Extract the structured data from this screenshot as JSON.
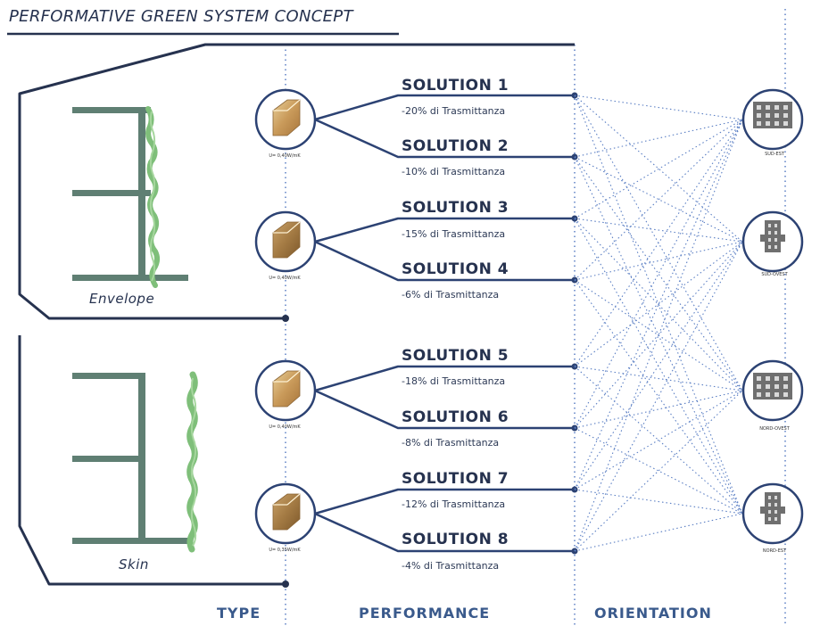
{
  "title": "PERFORMATIVE GREEN SYSTEM CONCEPT",
  "blocks": {
    "envelope": "Envelope",
    "skin": "Skin"
  },
  "columns": {
    "type": "TYPE",
    "performance": "PERFORMANCE",
    "orientation": "ORIENTATION"
  },
  "materials": [
    {
      "u_label": "U= 0,40W/mK",
      "color": "light-wood"
    },
    {
      "u_label": "U= 0,40W/mK",
      "color": "dark-wood"
    },
    {
      "u_label": "U= 0,40W/mK",
      "color": "light-wood"
    },
    {
      "u_label": "U= 0,35W/mK",
      "color": "dark-wood"
    }
  ],
  "solutions": [
    {
      "name": "SOLUTION 1",
      "desc": "-20% di Trasmittanza"
    },
    {
      "name": "SOLUTION 2",
      "desc": "-10% di Trasmittanza"
    },
    {
      "name": "SOLUTION 3",
      "desc": "-15% di Trasmittanza"
    },
    {
      "name": "SOLUTION 4",
      "desc": "-6% di Trasmittanza"
    },
    {
      "name": "SOLUTION 5",
      "desc": "-18% di Trasmittanza"
    },
    {
      "name": "SOLUTION 6",
      "desc": "-8% di Trasmittanza"
    },
    {
      "name": "SOLUTION 7",
      "desc": "-12% di Trasmittanza"
    },
    {
      "name": "SOLUTION 8",
      "desc": "-4% di Trasmittanza"
    }
  ],
  "orientations": [
    {
      "label": "SUD-EST"
    },
    {
      "label": "SUD-OVEST"
    },
    {
      "label": "NORD-OVEST"
    },
    {
      "label": "NORD-EST"
    }
  ],
  "colors": {
    "navy": "#26324f",
    "line_blue": "#2c4273",
    "dot_blue": "#5b7fc4",
    "wall_green": "#5f7f73",
    "leaf_green": "#7fbf7a",
    "col_label": "#3a5a8c"
  }
}
